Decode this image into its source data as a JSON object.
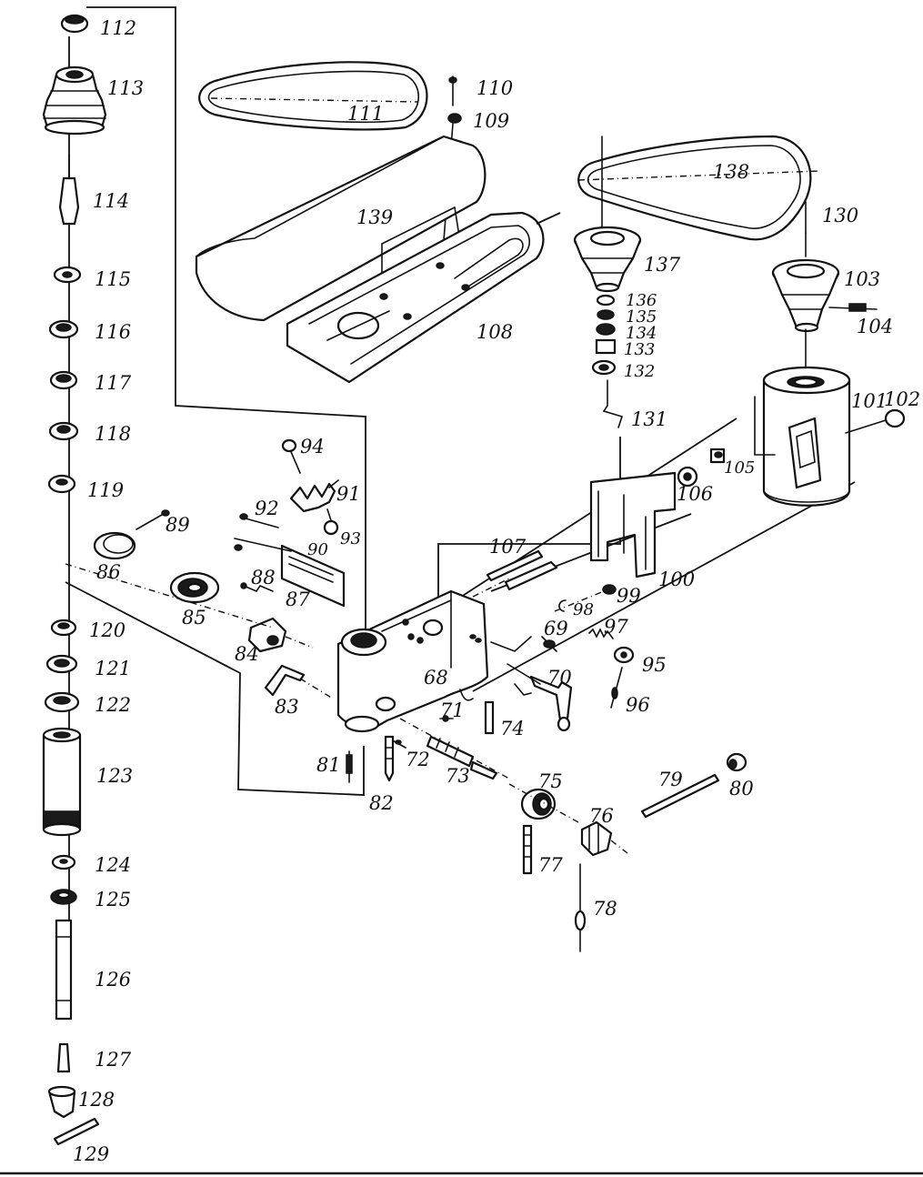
{
  "callouts": {
    "c68": "68",
    "c69": "69",
    "c70": "70",
    "c71": "71",
    "c72": "72",
    "c73": "73",
    "c74": "74",
    "c75": "75",
    "c76": "76",
    "c77": "77",
    "c78": "78",
    "c79": "79",
    "c80": "80",
    "c81": "81",
    "c82": "82",
    "c83": "83",
    "c84": "84",
    "c85": "85",
    "c86": "86",
    "c87": "87",
    "c88": "88",
    "c89": "89",
    "c90": "90",
    "c91": "91",
    "c92": "92",
    "c93": "93",
    "c94": "94",
    "c95": "95",
    "c96": "96",
    "c97": "97",
    "c98": "98",
    "c99": "99",
    "c100": "100",
    "c101": "101",
    "c102": "102",
    "c103": "103",
    "c104": "104",
    "c105": "105",
    "c106": "106",
    "c107": "107",
    "c108": "108",
    "c109": "109",
    "c110": "110",
    "c111": "111",
    "c112": "112",
    "c113": "113",
    "c114": "114",
    "c115": "115",
    "c116": "116",
    "c117": "117",
    "c118": "118",
    "c119": "119",
    "c120": "120",
    "c121": "121",
    "c122": "122",
    "c123": "123",
    "c124": "124",
    "c125": "125",
    "c126": "126",
    "c127": "127",
    "c128": "128",
    "c129": "129",
    "c130": "130",
    "c131": "131",
    "c132": "132",
    "c133": "133",
    "c134": "134",
    "c135": "135",
    "c136": "136",
    "c137": "137",
    "c138": "138",
    "c139": "139"
  }
}
